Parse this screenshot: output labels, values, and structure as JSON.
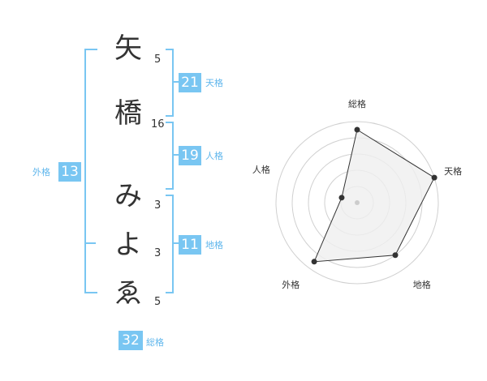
{
  "name": {
    "characters": [
      {
        "char": "矢",
        "strokes": "5"
      },
      {
        "char": "橋",
        "strokes": "16"
      },
      {
        "char": "み",
        "strokes": "3"
      },
      {
        "char": "よ",
        "strokes": "3"
      },
      {
        "char": "ゑ",
        "strokes": "5"
      }
    ]
  },
  "fortunes": {
    "tenkaku": {
      "value": "21",
      "label": "天格"
    },
    "jinkaku": {
      "value": "19",
      "label": "人格"
    },
    "chikaku": {
      "value": "11",
      "label": "地格"
    },
    "gaikaku": {
      "value": "13",
      "label": "外格"
    },
    "soukaku": {
      "value": "32",
      "label": "総格"
    }
  },
  "radar": {
    "labels": {
      "soukaku": "総格",
      "tenkaku": "天格",
      "chikaku": "地格",
      "gaikaku": "外格",
      "jinkaku": "人格"
    },
    "levels": 5,
    "values": {
      "soukaku": 0.9,
      "tenkaku": 1.0,
      "chikaku": 0.8,
      "gaikaku": 0.9,
      "jinkaku": 0.2
    },
    "colors": {
      "fill": "#efefef",
      "line": "#333333",
      "grid": "#d0d0d0",
      "point": "#333333"
    }
  },
  "colors": {
    "accent": "#79c6f2",
    "accent_text": "#5fb6ec"
  }
}
